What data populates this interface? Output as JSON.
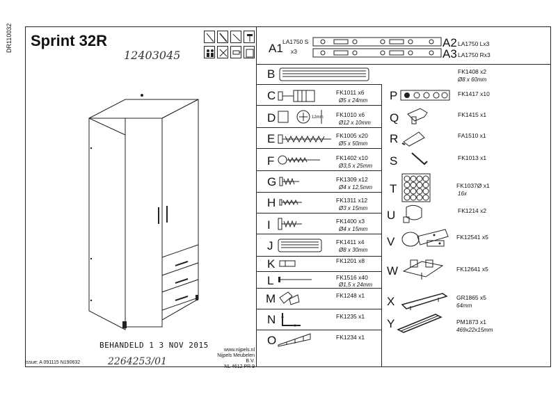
{
  "side_code": "DR110032",
  "title": "Sprint 32R",
  "handwritten_number": "12403045",
  "stamp_text": "BEHANDELD 1 3 NOV 2015",
  "handwritten_ref": "2264253/01",
  "issue": "Issue: A 091115 N190632",
  "company": {
    "url": "www.nijpels.nl",
    "name": "Nijpels Meubelen B.V.",
    "address": "NL 4612 PR 9"
  },
  "parts_left": [
    {
      "letter": "A1",
      "qty": "x3",
      "code": "LA1750 S"
    },
    {
      "letter": "B",
      "code": "FK1408 x2",
      "spec": "Ø8 x 60mm"
    },
    {
      "letter": "C",
      "code": "FK1011 x6",
      "spec": "Ø5 x 24mm"
    },
    {
      "letter": "D",
      "code": "FK1010 x6",
      "spec": "Ø12 x 10mm",
      "dim": "12mm"
    },
    {
      "letter": "E",
      "code": "FK1005 x20",
      "spec": "Ø5 x 50mm"
    },
    {
      "letter": "F",
      "code": "FK1402 x10",
      "spec": "Ø3,5 x 25mm"
    },
    {
      "letter": "G",
      "code": "FK1309 x12",
      "spec": "Ø4 x 12,5mm"
    },
    {
      "letter": "H",
      "code": "FK1311 x12",
      "spec": "Ø3 x 15mm"
    },
    {
      "letter": "I",
      "code": "FK1400 x3",
      "spec": "Ø4 x 15mm"
    },
    {
      "letter": "J",
      "code": "FK1411 x4",
      "spec": "Ø8 x 30mm"
    },
    {
      "letter": "K",
      "code": "FK1201 x8"
    },
    {
      "letter": "L",
      "code": "FK1516 x40",
      "spec": "Ø1,5 x 24mm"
    },
    {
      "letter": "M",
      "code": "FK1248 x1"
    },
    {
      "letter": "N",
      "code": "FK1235 x1"
    },
    {
      "letter": "O",
      "code": "FK1234 x1"
    }
  ],
  "parts_right": [
    {
      "letter": "A2",
      "code": "LA1750 Lx3"
    },
    {
      "letter": "A3",
      "code": "LA1750 Rx3"
    },
    {
      "letter": "P",
      "code": "FK1417 x10"
    },
    {
      "letter": "Q",
      "code": "FK1415 x1"
    },
    {
      "letter": "R",
      "code": "FA1510 x1"
    },
    {
      "letter": "S",
      "code": "FK1013 x1"
    },
    {
      "letter": "T",
      "code": "FK1037Ø x1",
      "spec": "16x"
    },
    {
      "letter": "U",
      "code": "FK1214 x2"
    },
    {
      "letter": "V",
      "code": "FK12541 x5"
    },
    {
      "letter": "W",
      "code": "FK12641 x5"
    },
    {
      "letter": "X",
      "code": "GR1865 x5",
      "spec": "64mm"
    },
    {
      "letter": "Y",
      "code": "PM1873 x1",
      "spec": "469x22x15mm"
    }
  ],
  "tool_icons": [
    "screwdriver-icon",
    "flat-screwdriver-icon",
    "awl-icon",
    "hammer-icon",
    "two-people-icon",
    "scissors-icon",
    "drill-icon",
    "book-icon"
  ]
}
